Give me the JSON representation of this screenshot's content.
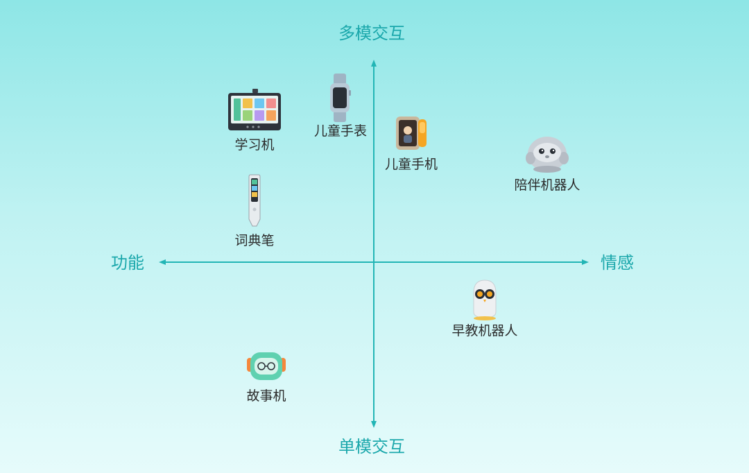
{
  "axes": {
    "top": "多模交互",
    "bottom": "单模交互",
    "left": "功能",
    "right": "情感"
  },
  "products": [
    {
      "id": "learning-tablet",
      "label": "学习机",
      "icon": "tablet-icon"
    },
    {
      "id": "kids-watch",
      "label": "儿童手表",
      "icon": "smartwatch-icon"
    },
    {
      "id": "kids-phone",
      "label": "儿童手机",
      "icon": "phone-icon"
    },
    {
      "id": "companion-robot",
      "label": "陪伴机器人",
      "icon": "robot-icon"
    },
    {
      "id": "dictionary-pen",
      "label": "词典笔",
      "icon": "pen-icon"
    },
    {
      "id": "early-ed-robot",
      "label": "早教机器人",
      "icon": "owl-robot-icon"
    },
    {
      "id": "story-machine",
      "label": "故事机",
      "icon": "story-machine-icon"
    }
  ],
  "colors": {
    "axis": "#22b5b5",
    "axis_label": "#1aa7ab",
    "text": "#2b2b2b"
  }
}
